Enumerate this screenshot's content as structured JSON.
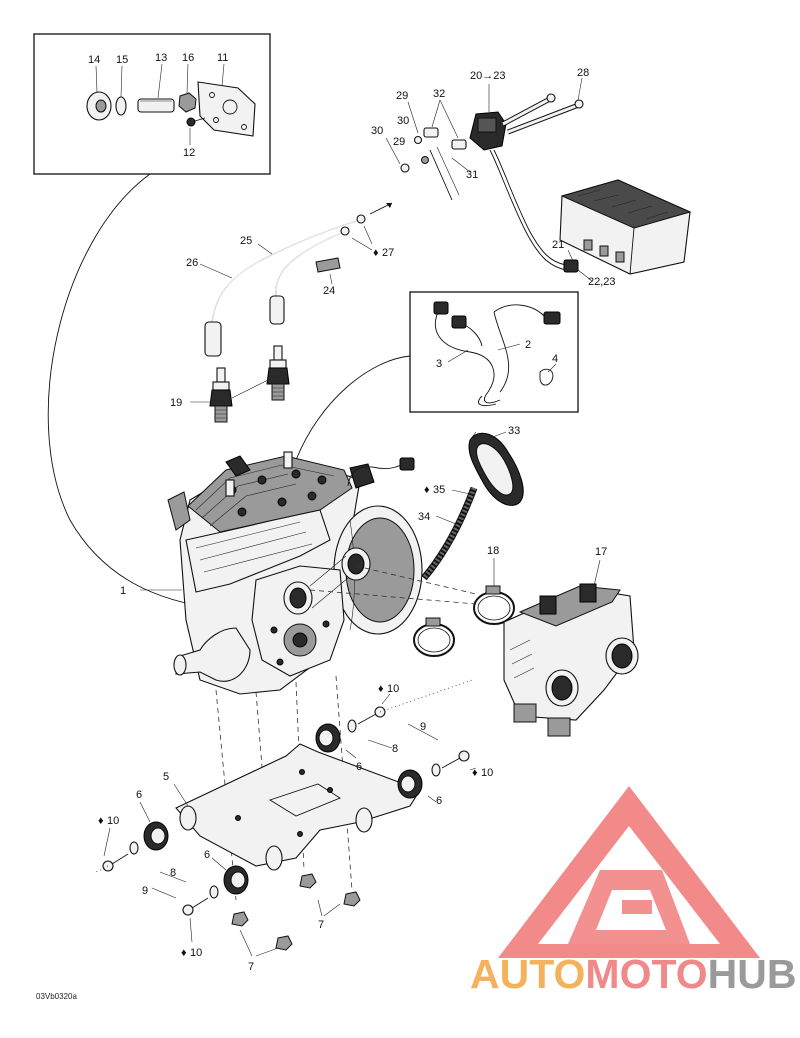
{
  "diagram": {
    "doc_ref": "03Vb0320a",
    "callouts": {
      "c1": "1",
      "c2": "2",
      "c3": "3",
      "c4": "4",
      "c5": "5",
      "c6a": "6",
      "c6b": "6",
      "c6c": "6",
      "c6d": "6",
      "c7a": "7",
      "c7b": "7",
      "c8a": "8",
      "c8b": "8",
      "c9a": "9",
      "c9b": "9",
      "c10a": "10",
      "c10b": "10",
      "c10c": "10",
      "c10d": "10",
      "c11": "11",
      "c12": "12",
      "c13": "13",
      "c14": "14",
      "c15": "15",
      "c16": "16",
      "c17": "17",
      "c18": "18",
      "c19": "19",
      "c20": "20→23",
      "c21": "21",
      "c22": "22,23",
      "c24": "24",
      "c25": "25",
      "c26": "26",
      "c27": "27",
      "c28": "28",
      "c29a": "29",
      "c29b": "29",
      "c30a": "30",
      "c30b": "30",
      "c31": "31",
      "c32": "32",
      "c33": "33",
      "c34": "34",
      "c35": "35"
    }
  },
  "watermark": {
    "word1": "AUTO",
    "word2": "MOTO",
    "word3": "HUB",
    "colors": {
      "auto": "#f5b25c",
      "moto": "#f08a8a",
      "hub": "#9a9a9a",
      "logo": "#f07070"
    }
  }
}
